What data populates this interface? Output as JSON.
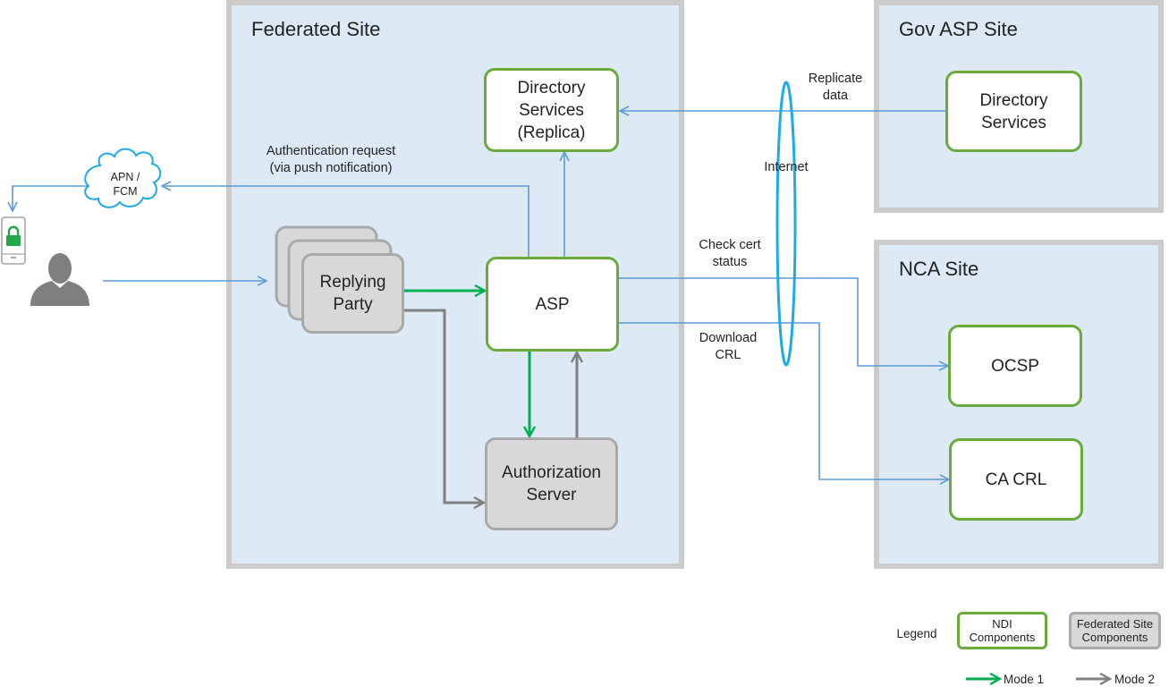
{
  "zones": {
    "federated": "Federated Site",
    "gov_asp": "Gov ASP Site",
    "nca": "NCA Site"
  },
  "components": {
    "directory_replica": "Directory Services (Replica)",
    "asp": "ASP",
    "replying_party": "Replying Party",
    "authorization_server": "Authorization Server",
    "gov_directory": "Directory Services",
    "ocsp": "OCSP",
    "ca_crl": "CA CRL"
  },
  "cloud": {
    "line1": "APN /",
    "line2": "FCM"
  },
  "labels": {
    "auth_request_1": "Authentication request",
    "auth_request_2": "(via push notification)",
    "replicate_1": "Replicate",
    "replicate_2": "data",
    "internet": "Internet",
    "check_cert_1": "Check cert",
    "check_cert_2": "status",
    "download_crl_1": "Download",
    "download_crl_2": "CRL"
  },
  "legend": {
    "title": "Legend",
    "ndi": "NDI Components",
    "federated": "Federated Site Components",
    "mode1": "Mode 1",
    "mode2": "Mode 2"
  },
  "colors": {
    "zone_fill": "#dde9f5",
    "zone_border": "#cbcbcb",
    "ndi_border": "#6aaa3a",
    "fed_fill": "#d8d8d8",
    "fed_border": "#a9a9a9",
    "mode1_arrow": "#00b050",
    "mode2_arrow": "#808080",
    "network_line": "#5b9bd5",
    "internet_ellipse": "#1eaae7"
  }
}
